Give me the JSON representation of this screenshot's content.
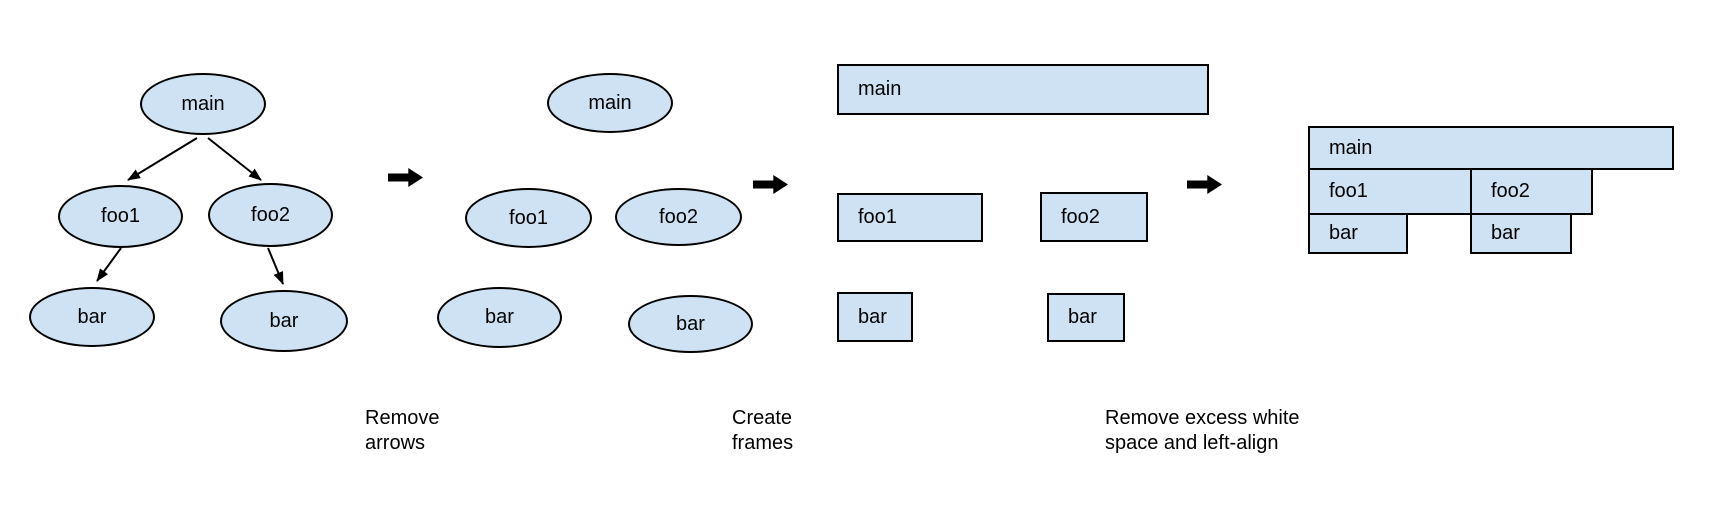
{
  "colors": {
    "node_fill": "#cfe2f3",
    "node_border": "#000000",
    "arrow": "#000000",
    "text": "#000000",
    "background": "#ffffff"
  },
  "stages": [
    {
      "nodes": [
        {
          "label": "main"
        },
        {
          "label": "foo1"
        },
        {
          "label": "foo2"
        },
        {
          "label": "bar"
        },
        {
          "label": "bar"
        }
      ]
    },
    {
      "nodes": [
        {
          "label": "main"
        },
        {
          "label": "foo1"
        },
        {
          "label": "foo2"
        },
        {
          "label": "bar"
        },
        {
          "label": "bar"
        }
      ]
    },
    {
      "nodes": [
        {
          "label": "main"
        },
        {
          "label": "foo1"
        },
        {
          "label": "foo2"
        },
        {
          "label": "bar"
        },
        {
          "label": "bar"
        }
      ]
    },
    {
      "nodes": [
        {
          "label": "main"
        },
        {
          "label": "foo1"
        },
        {
          "label": "foo2"
        },
        {
          "label": "bar"
        },
        {
          "label": "bar"
        }
      ]
    }
  ],
  "transitions": [
    {
      "label": "Remove\narrows"
    },
    {
      "label": "Create\nframes"
    },
    {
      "label": "Remove excess white\nspace and left-align"
    }
  ]
}
